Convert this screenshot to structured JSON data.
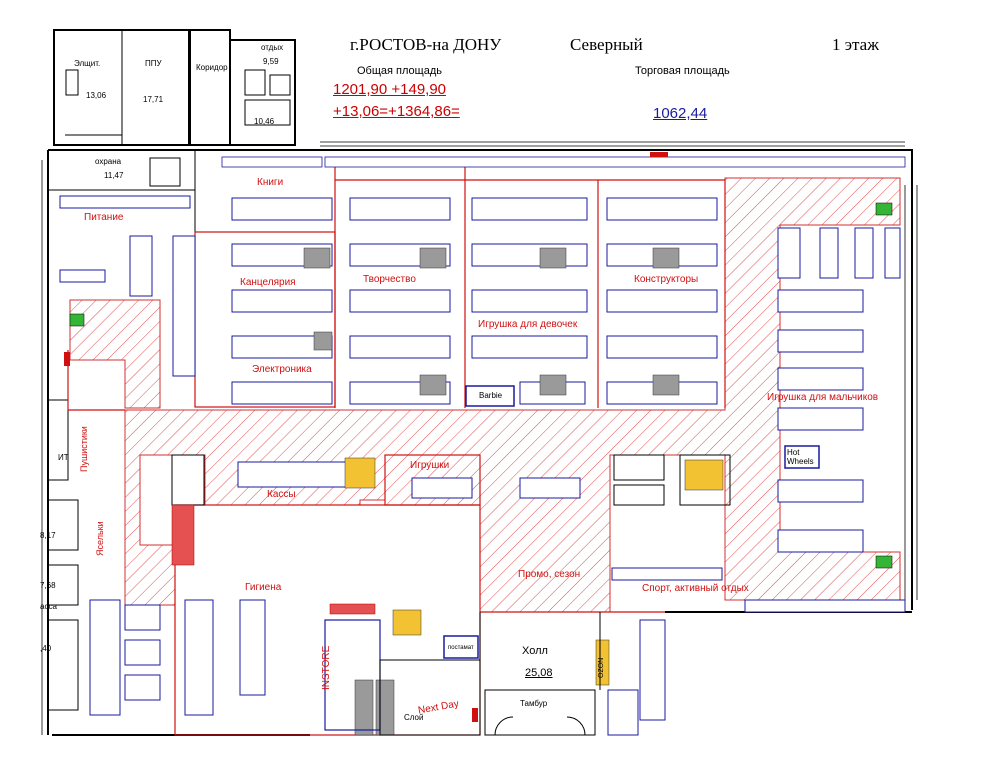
{
  "header": {
    "city": "г.РОСТОВ-на ДОНУ",
    "store": "Северный",
    "floor": "1 этаж"
  },
  "areas": {
    "total_label": "Общая площадь",
    "total_line1": "1201,90   +149,90",
    "total_line2": "+13,06=+1364,86=",
    "trade_label": "Торговая площадь",
    "trade_value": "1062,44"
  },
  "rooms": {
    "elshit": "Элщит.",
    "elshit_area": "13,06",
    "ppu": "ППУ",
    "ppu_area": "17,71",
    "corridor": "Коридор",
    "rest": "отдых",
    "rest_area": "9,59",
    "wc_area": "10,46",
    "guard": "охрана",
    "guard_area": "11,47",
    "left_it": "ИТ",
    "left_a1": "8,17",
    "left_a2": "7,68",
    "left_a3": "асса",
    "left_a4": ",40",
    "hall": "Холл",
    "hall_area": "25,08",
    "vestibule": "Тамбур"
  },
  "zones": {
    "books": "Книги",
    "food": "Питание",
    "stationery": "Канцелярия",
    "creativity": "Творчество",
    "constructors": "Конструкторы",
    "girls": "Игрушка для девочек",
    "electronics": "Электроника",
    "boys": "Игрушка для мальчиков",
    "cashiers": "Кассы",
    "toys": "Игрушки",
    "promo": "Промо, сезон",
    "hygiene": "Гигиена",
    "sport": "Спорт, активный отдых",
    "instore": "INSTORE",
    "nextday": "Next Day",
    "barbie": "Barbie",
    "hotwheels": "Hot Wheels",
    "postamat": "постамат",
    "left_vert1": "Пушистики",
    "left_vert2": "Ясельки",
    "sloi": "Слой",
    "ozon": "OZON"
  }
}
